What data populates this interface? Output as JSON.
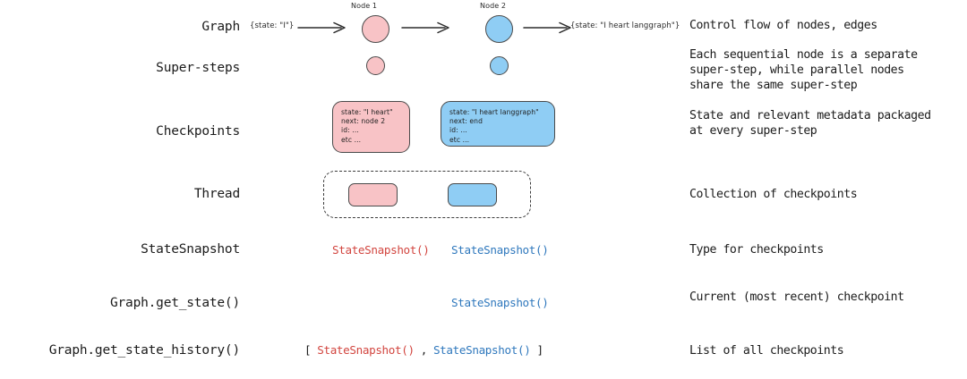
{
  "diagram": {
    "rows": [
      {
        "label": "Graph",
        "description": "Control flow of nodes, edges"
      },
      {
        "label": "Super-steps",
        "description": "Each sequential node is a separate\nsuper-step, while parallel nodes\nshare the same super-step"
      },
      {
        "label": "Checkpoints",
        "description": "State and relevant metadata packaged\nat every super-step"
      },
      {
        "label": "Thread",
        "description": "Collection of checkpoints"
      },
      {
        "label": "StateSnapshot",
        "description": "Type for checkpoints"
      },
      {
        "label": "Graph.get_state()",
        "description": "Current (most recent) checkpoint"
      },
      {
        "label": "Graph.get_state_history()",
        "description": "List of all checkpoints"
      }
    ],
    "graph_row": {
      "input_state": "{state: \"I\"}",
      "output_state": "{state: \"I heart langgraph\"}",
      "node1_label": "Node 1",
      "node2_label": "Node 2"
    },
    "checkpoints": {
      "node1": {
        "line1": "state: \"I heart\"",
        "line2": "next: node 2",
        "line3": "id: ...",
        "line4": "etc ..."
      },
      "node2": {
        "line1": "state: \"I heart langgraph\"",
        "line2": "next: end",
        "line3": "id: ...",
        "line4": "etc ..."
      }
    },
    "snapshots": {
      "red_token": "StateSnapshot()",
      "blue_token": "StateSnapshot()",
      "current_token": "StateSnapshot()",
      "bracket_open": "[",
      "separator": ",",
      "bracket_close": "]"
    },
    "colors": {
      "pink_fill": "#f8c3c6",
      "blue_fill": "#8fcdf4",
      "outline": "#4a4a4a",
      "red_text": "#d2453f",
      "blue_text": "#2f78bd",
      "body_text": "#1b1b1b",
      "background": "#ffffff"
    }
  }
}
